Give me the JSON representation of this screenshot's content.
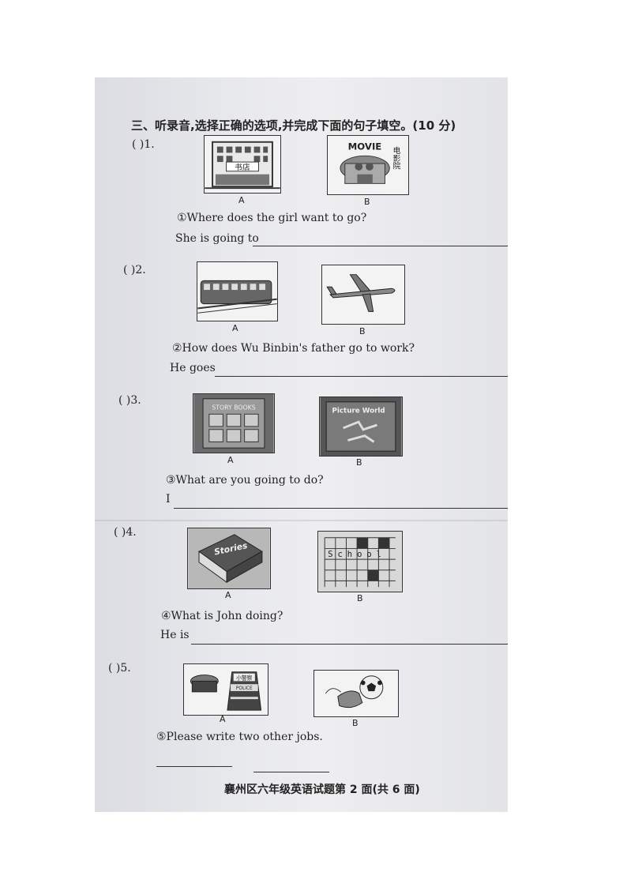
{
  "section": {
    "title": "三、听录音,选择正确的选项,并完成下面的句子填空。(10 分)"
  },
  "questions": [
    {
      "num": "(    )1.",
      "option_a": "A",
      "option_b": "B",
      "img_a_text": "书店",
      "img_b_text": "MOVIE",
      "img_b_side": "电影院",
      "question": "①Where does the girl want to go?",
      "answer_prefix": "She is going to"
    },
    {
      "num": "(    )2.",
      "option_a": "A",
      "option_b": "B",
      "question": "②How does Wu Binbin's father go to work?",
      "answer_prefix": "He goes"
    },
    {
      "num": "(    )3.",
      "option_a": "A",
      "option_b": "B",
      "img_a_text": "STORY BOOKS",
      "img_b_text": "Picture World",
      "question": "③What are you going to do?",
      "answer_prefix": "I"
    },
    {
      "num": "(    )4.",
      "option_a": "A",
      "option_b": "B",
      "img_a_text": "Stories",
      "img_b_text": "School",
      "question": "④What is John doing?",
      "answer_prefix": "He is"
    },
    {
      "num": "(    )5.",
      "option_a": "A",
      "option_b": "B",
      "img_a_text": "小警察",
      "img_a_text2": "POLICE",
      "question": "⑤Please write two other jobs.",
      "answer_prefix": ""
    }
  ],
  "footer": {
    "text": "襄州区六年级英语试题第 2 面(共 6 面)"
  },
  "colors": {
    "paper": "#e8e9ed",
    "ink": "#222222"
  }
}
